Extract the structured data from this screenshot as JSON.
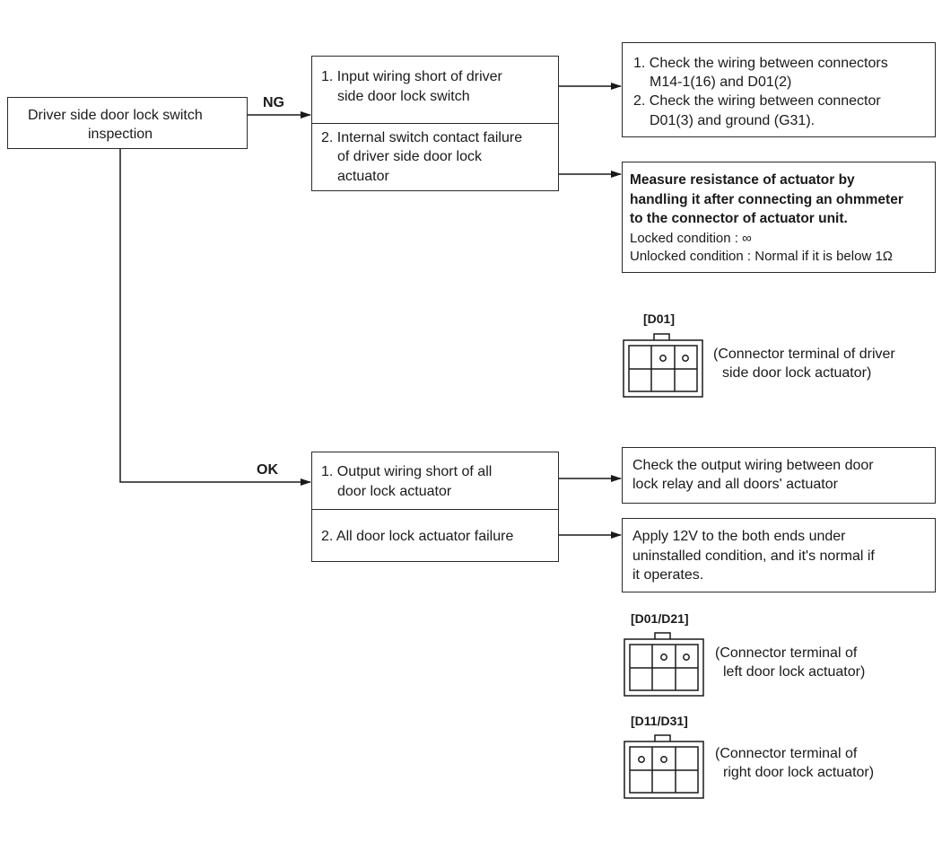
{
  "start": {
    "line1": "Driver side door lock switch",
    "line2": "inspection"
  },
  "labels": {
    "ng": "NG",
    "ok": "OK"
  },
  "ng_causes": {
    "c1_l1": "1. Input wiring short of driver",
    "c1_l2": "side door lock switch",
    "c2_l1": "2. Internal switch contact failure",
    "c2_l2": "of driver side door lock",
    "c2_l3": "actuator"
  },
  "ng_checks": {
    "a1_l1": "1. Check the wiring between connectors",
    "a1_l2": "M14-1(16) and D01(2)",
    "a2_l1": "2. Check the wiring between connector",
    "a2_l2": "D01(3) and ground (G31)."
  },
  "measure": {
    "l1": "Measure resistance of actuator by",
    "l2": "handling it after connecting an ohmmeter",
    "l3": "to the connector of actuator unit.",
    "l4": "Locked condition : ∞",
    "l5": "Unlocked condition : Normal if it is below 1Ω"
  },
  "ok_causes": {
    "c1_l1": "1. Output wiring short of all",
    "c1_l2": "door lock actuator",
    "c2_l1": "2. All door lock actuator failure"
  },
  "ok_checks": {
    "a1_l1": "Check the output wiring between door",
    "a1_l2": "lock relay and all doors' actuator",
    "a2_l1": "Apply 12V to the both ends under",
    "a2_l2": "uninstalled condition, and it's normal if",
    "a2_l3": "it operates."
  },
  "connectors": {
    "d01": {
      "label": "[D01]",
      "desc_l1": "(Connector terminal of driver",
      "desc_l2": "side door lock actuator)"
    },
    "d01_d21": {
      "label": "[D01/D21]",
      "desc_l1": "(Connector terminal of",
      "desc_l2": "left door lock actuator)"
    },
    "d11_d31": {
      "label": "[D11/D31]",
      "desc_l1": "(Connector terminal of",
      "desc_l2": "right door lock actuator)"
    }
  }
}
